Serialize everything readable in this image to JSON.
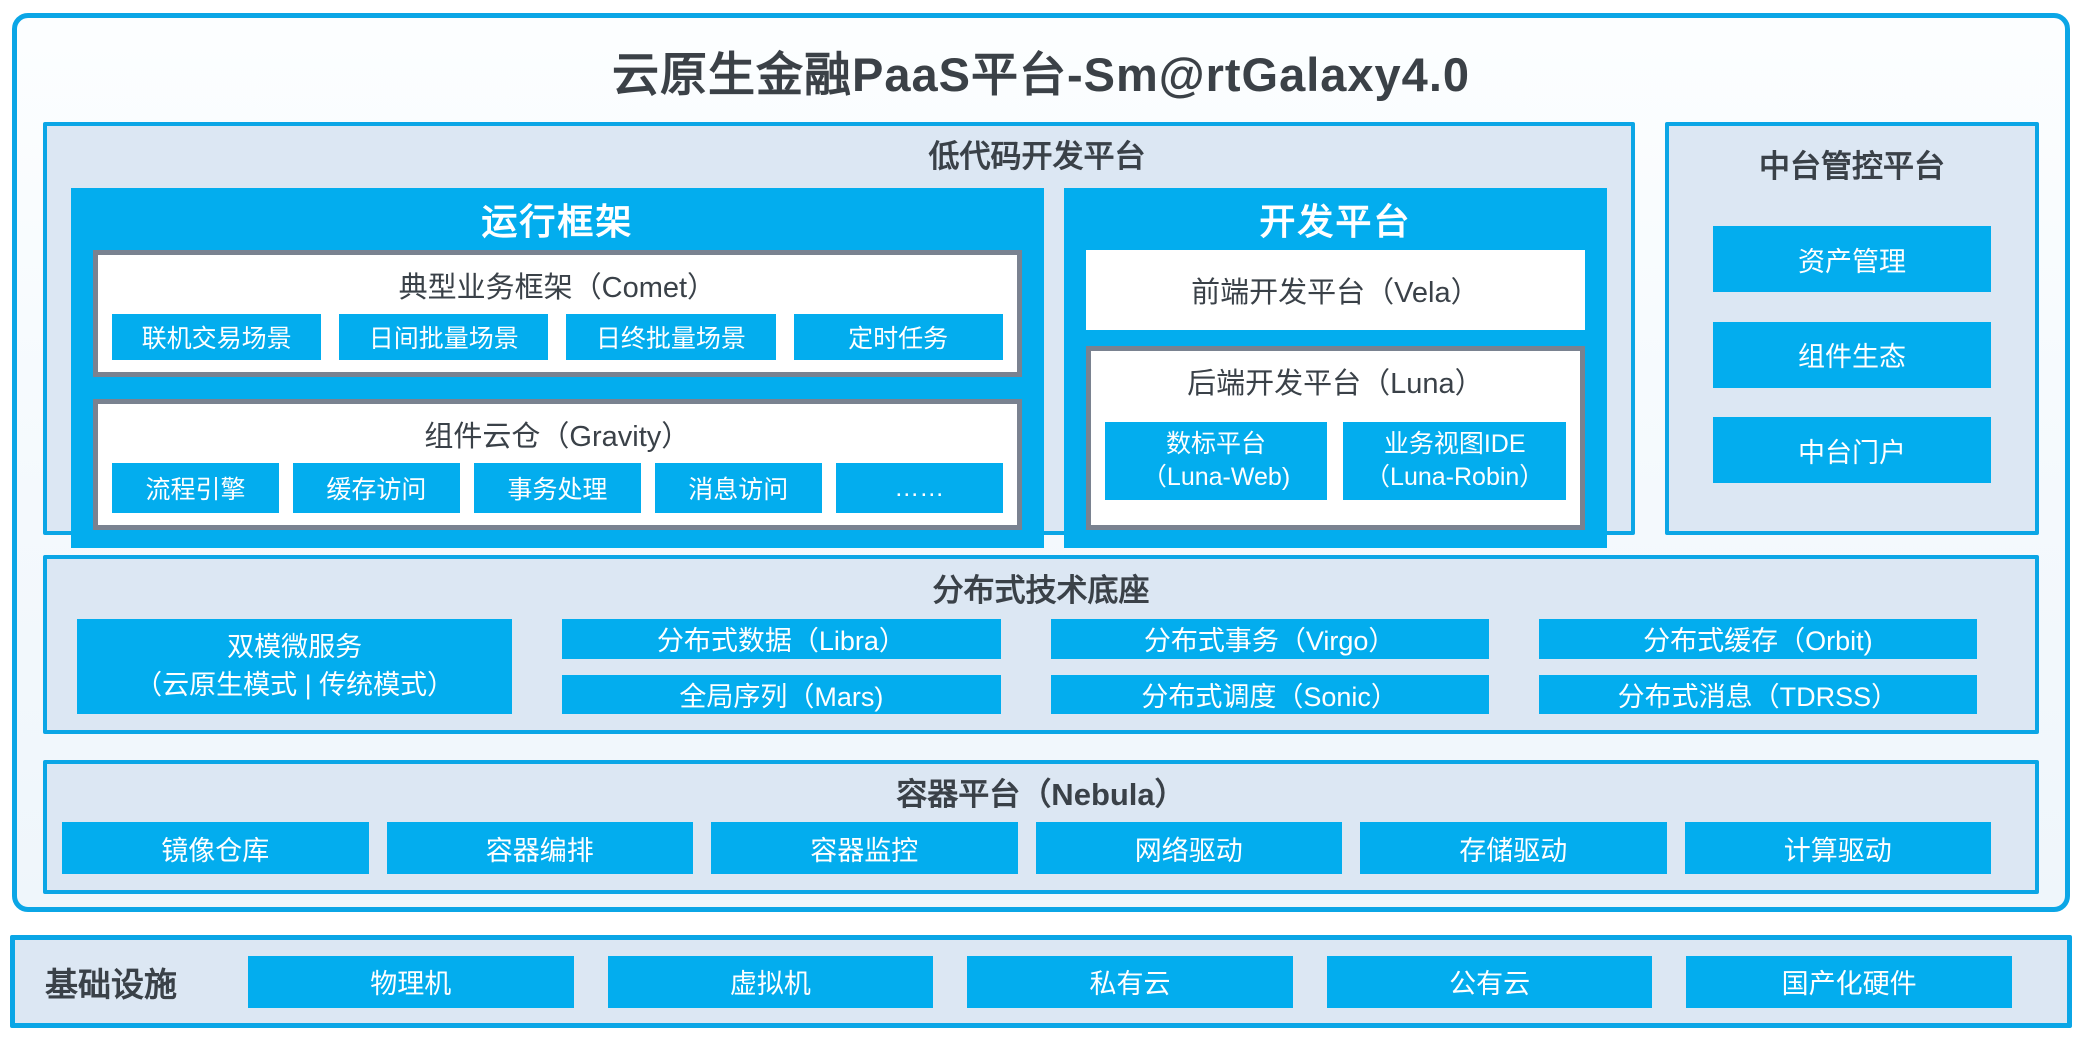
{
  "title": "云原生金融PaaS平台-Sm@rtGalaxy4.0",
  "colors": {
    "accent": "#03ADEE",
    "panel_bg": "#DCE7F3",
    "panel_border": "#0BA6E6",
    "box_border": "#7A8290",
    "heading_text": "#3A4148"
  },
  "low_code": {
    "heading": "低代码开发平台",
    "runtime": {
      "heading": "运行框架",
      "groups": [
        {
          "heading": "典型业务框架（Comet）",
          "items": [
            "联机交易场景",
            "日间批量场景",
            "日终批量场景",
            "定时任务"
          ]
        },
        {
          "heading": "组件云仓（Gravity）",
          "items": [
            "流程引擎",
            "缓存访问",
            "事务处理",
            "消息访问",
            "……"
          ]
        }
      ]
    },
    "dev": {
      "heading": "开发平台",
      "vela": "前端开发平台（Vela）",
      "luna": {
        "heading": "后端开发平台（Luna）",
        "items": [
          {
            "line1": "数标平台",
            "line2": "（Luna-Web)"
          },
          {
            "line1": "业务视图IDE",
            "line2": "（Luna-Robin）"
          }
        ]
      }
    }
  },
  "mid_platform": {
    "heading": "中台管控平台",
    "items": [
      "资产管理",
      "组件生态",
      "中台门户"
    ]
  },
  "distributed": {
    "heading": "分布式技术底座",
    "dual_mode": {
      "line1": "双模微服务",
      "line2": "（云原生模式 | 传统模式）"
    },
    "columns": [
      [
        "分布式数据（Libra）",
        "全局序列（Mars)"
      ],
      [
        "分布式事务（Virgo）",
        "分布式调度（Sonic）"
      ],
      [
        "分布式缓存（Orbit)",
        "分布式消息（TDRSS）"
      ]
    ]
  },
  "container_platform": {
    "heading": "容器平台（Nebula）",
    "items": [
      "镜像仓库",
      "容器编排",
      "容器监控",
      "网络驱动",
      "存储驱动",
      "计算驱动"
    ]
  },
  "infrastructure": {
    "heading": "基础设施",
    "items": [
      "物理机",
      "虚拟机",
      "私有云",
      "公有云",
      "国产化硬件"
    ]
  }
}
